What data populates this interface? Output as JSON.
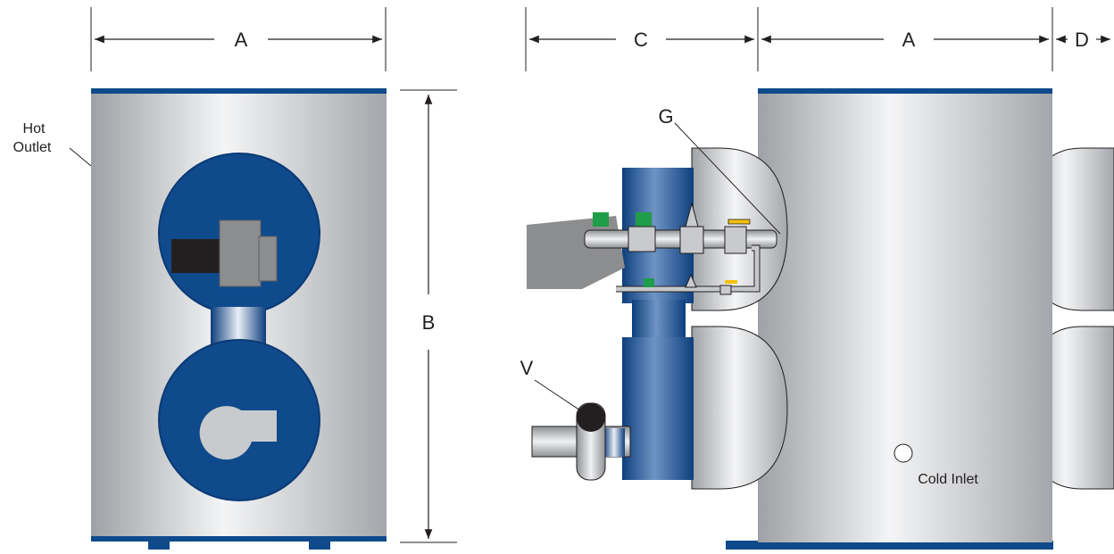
{
  "labels": {
    "dim_a_front": "A",
    "dim_a_side": "A",
    "dim_b": "B",
    "dim_c": "C",
    "dim_d": "D",
    "hot_outlet_line1": "Hot",
    "hot_outlet_line2": "Outlet",
    "gas_train": "G",
    "vent": "V",
    "cold_inlet": "Cold Inlet"
  },
  "colors": {
    "shell_silver": "#c4c6c9",
    "shell_highlight": "#f4f5f6",
    "burner_blue": "#0f4a8c",
    "dark_blue": "#0a3a75",
    "gray_component": "#8c8d8f",
    "black_component": "#231f20",
    "green_valve": "#1f9e49",
    "yellow_handle": "#f2c20c",
    "dimension_line": "#231f20"
  },
  "icons": [
    "front-view-diagram",
    "side-view-diagram"
  ]
}
